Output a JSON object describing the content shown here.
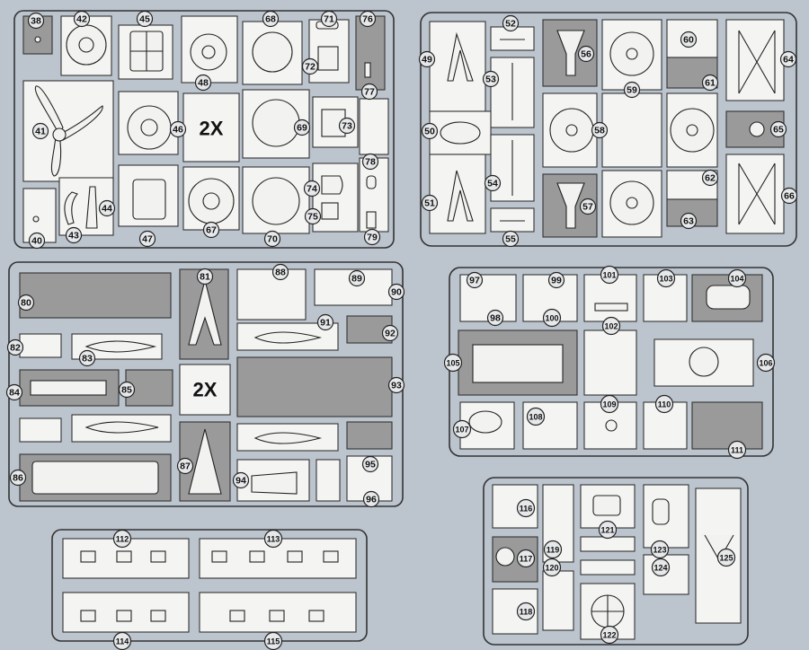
{
  "multiplier_labels": [
    "2X",
    "2X"
  ],
  "part_numbers": [
    "38",
    "42",
    "45",
    "68",
    "71",
    "76",
    "48",
    "72",
    "77",
    "41",
    "46",
    "69",
    "73",
    "78",
    "43",
    "44",
    "47",
    "67",
    "70",
    "74",
    "75",
    "40",
    "79",
    "52",
    "56",
    "60",
    "64",
    "49",
    "53",
    "59",
    "61",
    "50",
    "58",
    "65",
    "62",
    "51",
    "54",
    "57",
    "63",
    "66",
    "55",
    "80",
    "81",
    "88",
    "89",
    "90",
    "91",
    "92",
    "82",
    "83",
    "84",
    "85",
    "93",
    "86",
    "87",
    "94",
    "95",
    "96",
    "97",
    "99",
    "101",
    "103",
    "104",
    "98",
    "100",
    "102",
    "105",
    "106",
    "107",
    "108",
    "109",
    "110",
    "111",
    "112",
    "113",
    "114",
    "115",
    "116",
    "121",
    "123",
    "125",
    "117",
    "119",
    "120",
    "124",
    "118",
    "122"
  ],
  "colors": {
    "background": "#bcc4ce",
    "cell": "#f4f4f2",
    "grey_part": "#9a9a9a",
    "line": "#333333"
  }
}
